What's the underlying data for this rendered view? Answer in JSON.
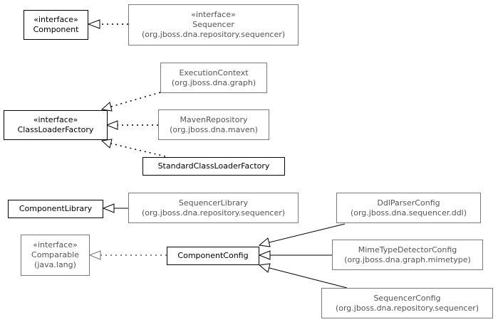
{
  "diagram": {
    "nodes": {
      "component": {
        "stereotype": "«interface»",
        "name": "Component"
      },
      "sequencer": {
        "stereotype": "«interface»",
        "name": "Sequencer",
        "package": "(org.jboss.dna.repository.sequencer)"
      },
      "execution_context": {
        "name": "ExecutionContext",
        "package": "(org.jboss.dna.graph)"
      },
      "class_loader_factory": {
        "stereotype": "«interface»",
        "name": "ClassLoaderFactory"
      },
      "maven_repository": {
        "name": "MavenRepository",
        "package": "(org.jboss.dna.maven)"
      },
      "standard_class_loader_factory": {
        "name": "StandardClassLoaderFactory"
      },
      "component_library": {
        "name": "ComponentLibrary"
      },
      "sequencer_library": {
        "name": "SequencerLibrary",
        "package": "(org.jboss.dna.repository.sequencer)"
      },
      "ddl_parser_config": {
        "name": "DdlParserConfig",
        "package": "(org.jboss.dna.sequencer.ddl)"
      },
      "comparable": {
        "stereotype": "«interface»",
        "name": "Comparable",
        "package": "(java.lang)"
      },
      "component_config": {
        "name": "ComponentConfig"
      },
      "mime_type_detector_config": {
        "name": "MimeTypeDetectorConfig",
        "package": "(org.jboss.dna.graph.mimetype)"
      },
      "sequencer_config": {
        "name": "SequencerConfig",
        "package": "(org.jboss.dna.repository.sequencer)"
      }
    }
  }
}
